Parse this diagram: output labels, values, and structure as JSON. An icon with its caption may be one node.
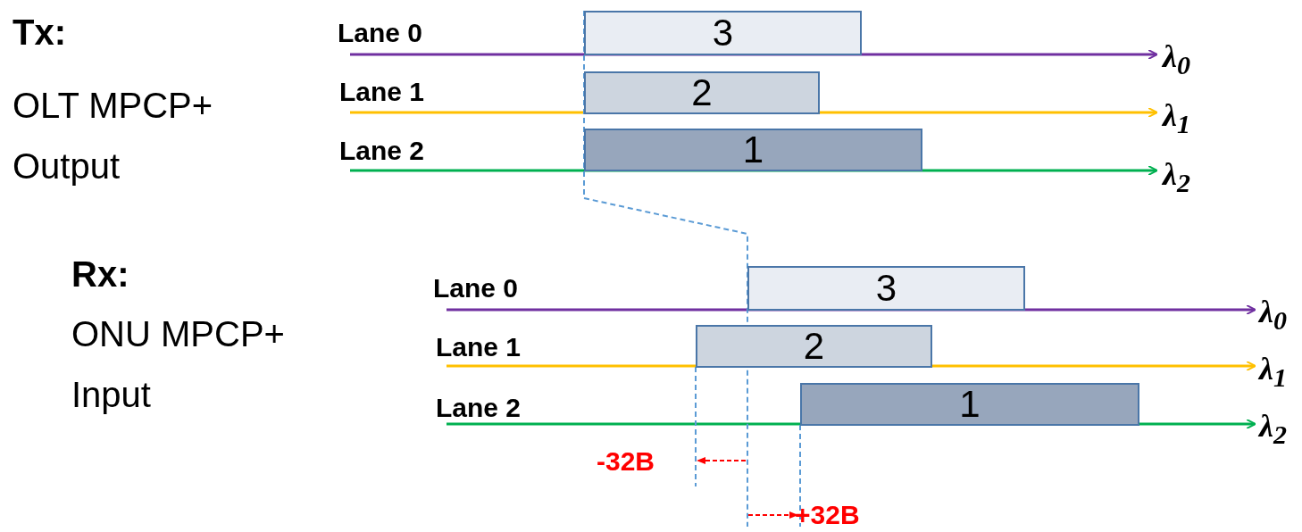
{
  "diagram": {
    "nodes": [
      {
        "text": [
          "3"
        ]
      },
      {
        "text": [
          "2"
        ]
      },
      {
        "text": [
          "1"
        ]
      },
      {
        "text": [
          "3"
        ]
      },
      {
        "text": [
          "2"
        ]
      },
      {
        "text": [
          "1"
        ]
      }
    ],
    "labels": [
      "Tx:",
      "OLT MPCP+ Output",
      "Lane 0",
      "Lane 1",
      "Lane 2",
      "λ$_{0}$",
      "λ$_{1}$",
      "λ$_{2}$",
      "Rx:",
      "ONU MPCP+ Input",
      "Lane 0",
      "Lane 1",
      "Lane 2",
      "λ$_{0}$",
      "λ$_{1}$",
      "λ$_{2}$",
      "-32B",
      "+32B"
    ]
  }
}
